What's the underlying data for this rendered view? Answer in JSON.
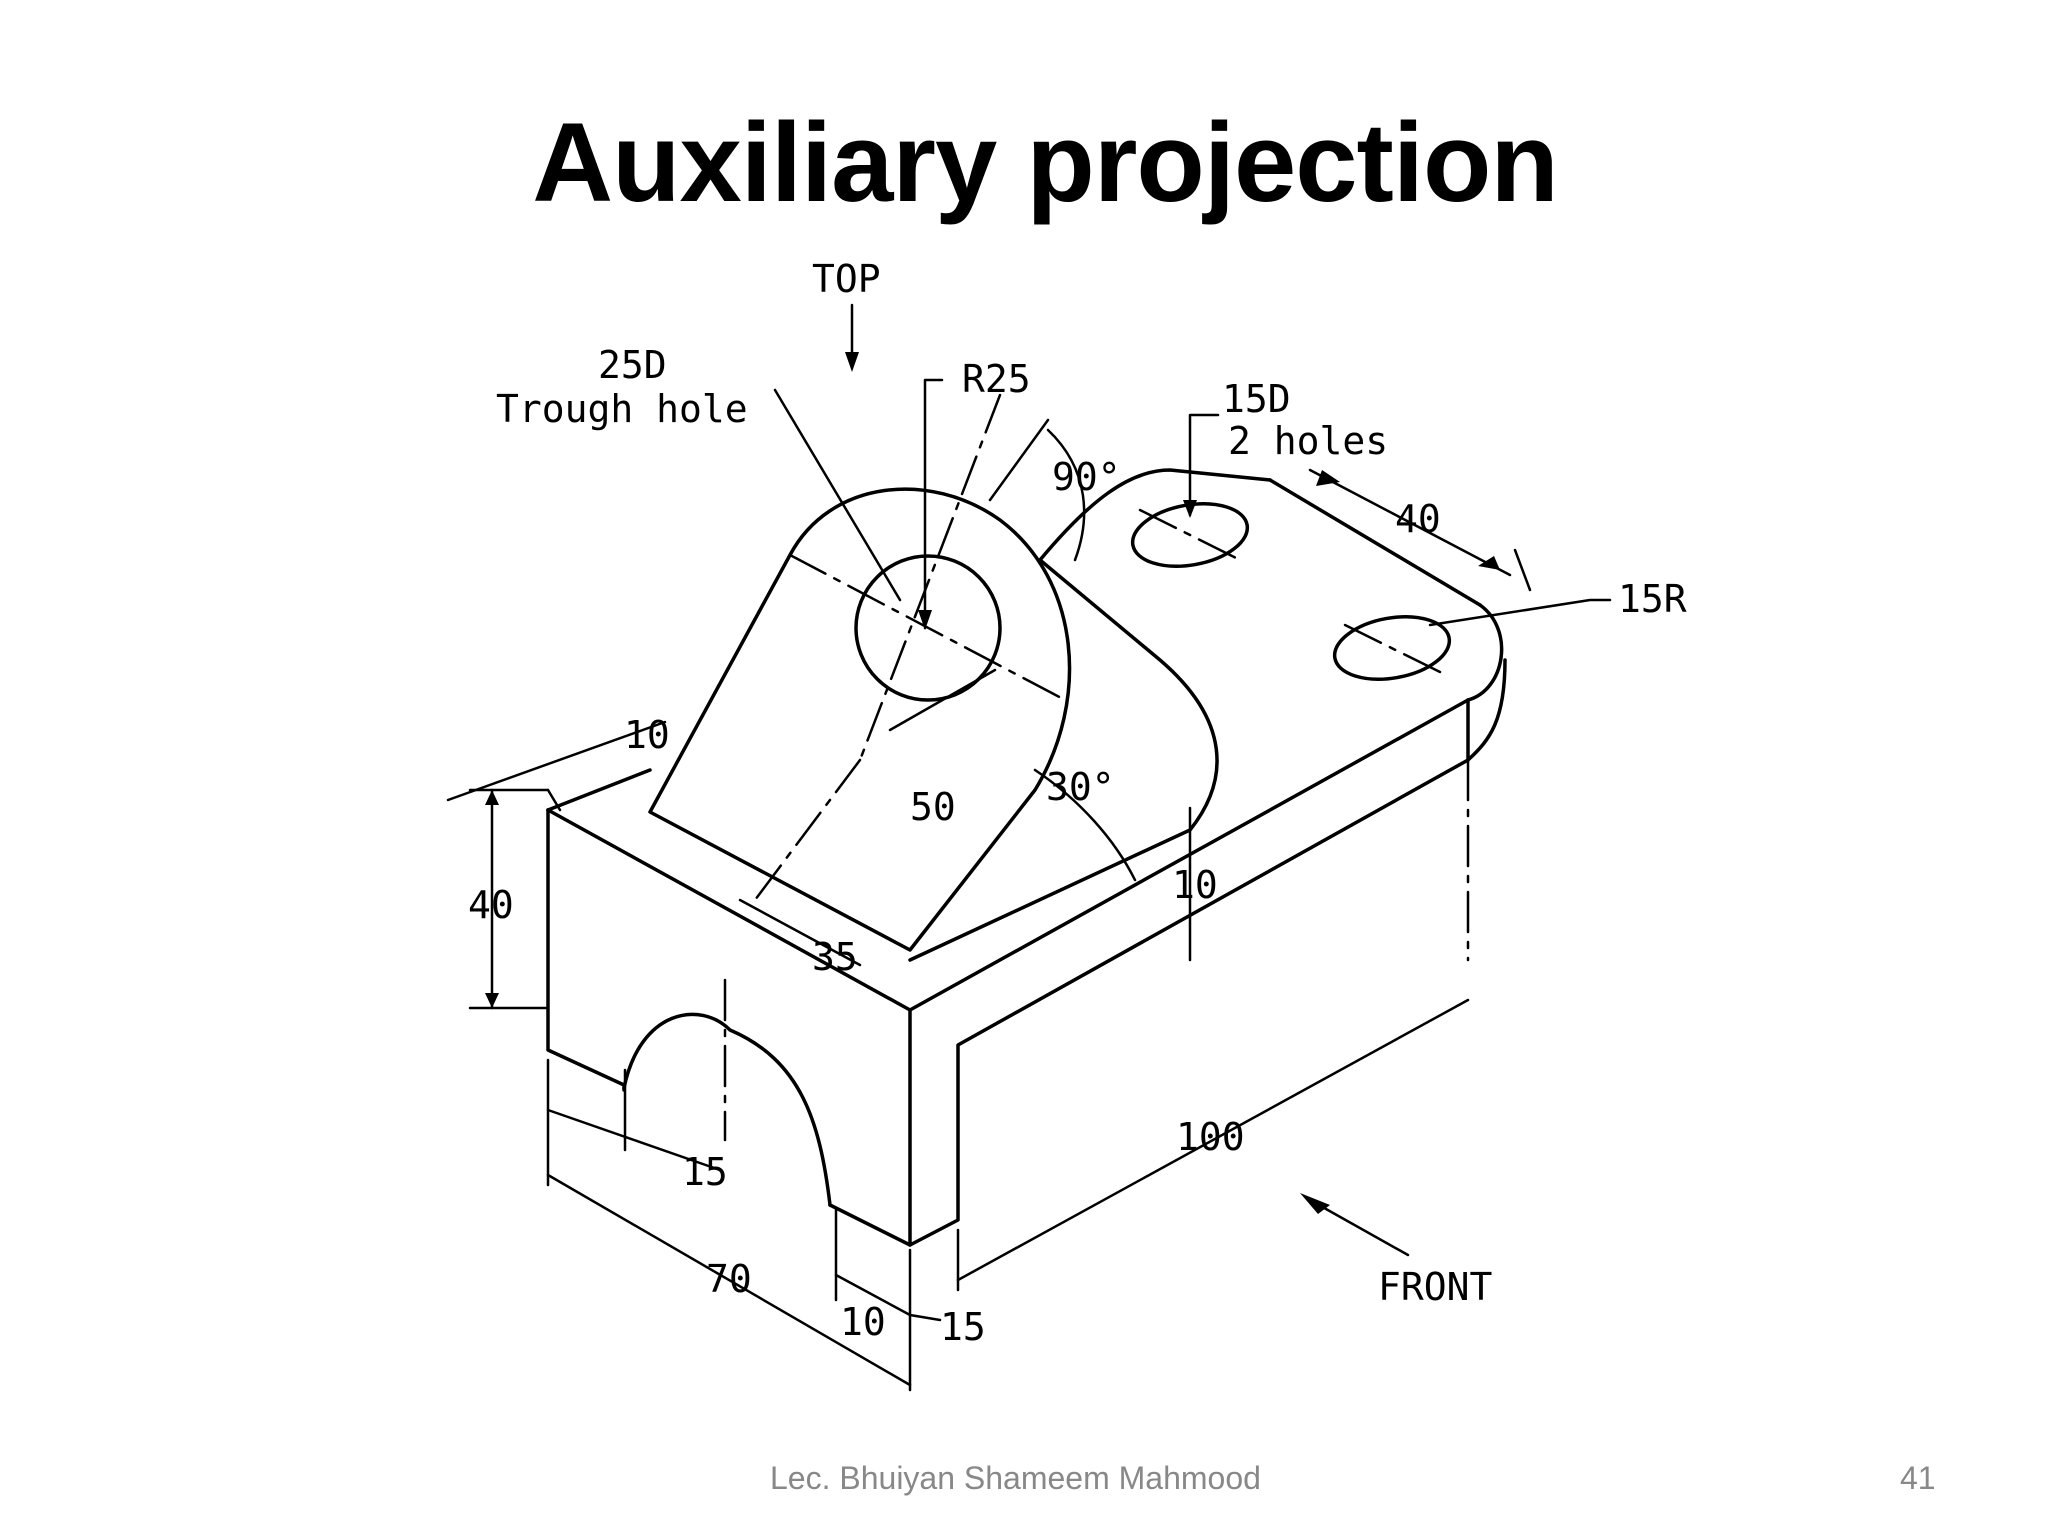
{
  "slide": {
    "title": "Auxiliary projection",
    "footer": "Lec. Bhuiyan Shameem Mahmood",
    "page_number": "41"
  },
  "drawing": {
    "labels": {
      "top_view": "TOP",
      "front_view": "FRONT",
      "hole_dia": "25D",
      "hole_note": "Trough hole",
      "radius_boss": "R25",
      "small_holes_dia": "15D",
      "small_holes_count": "2 holes",
      "angle_90": "90°",
      "angle_30": "30°",
      "dim_40_top": "40",
      "radius_corner": "15R",
      "dim_10_left": "10",
      "dim_40_height": "40",
      "dim_50": "50",
      "dim_35": "35",
      "dim_10_base": "10",
      "dim_100": "100",
      "dim_15_slot": "15",
      "dim_70": "70",
      "dim_10_bottom": "10",
      "dim_15_bottom": "15"
    }
  }
}
